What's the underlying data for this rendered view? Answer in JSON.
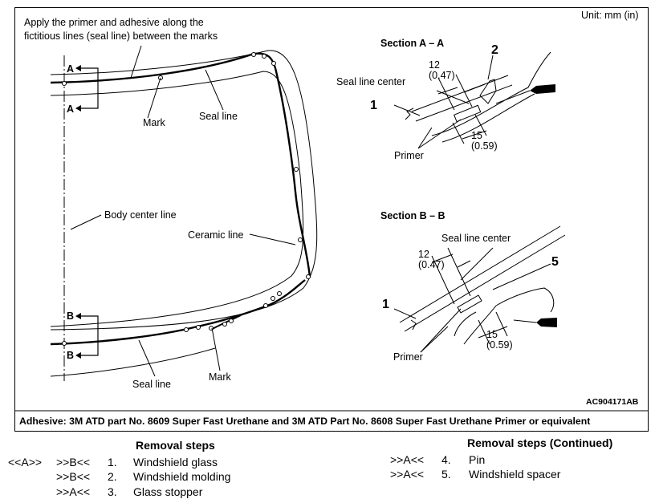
{
  "figure": {
    "unit": "Unit: mm (in)",
    "note_line1": "Apply the primer and adhesive along the",
    "note_line2": "fictitious lines (seal line) between the marks",
    "labels": {
      "A_top": "A",
      "A_bottom": "A",
      "B_top": "B",
      "B_bottom": "B",
      "mark_upper": "Mark",
      "seal_line_upper": "Seal line",
      "body_center_line": "Body center line",
      "ceramic_line": "Ceramic line",
      "mark_lower": "Mark",
      "seal_line_lower": "Seal line"
    },
    "section_aa": {
      "title": "Section A – A",
      "dim_top": "12",
      "dim_top_in": "(0.47)",
      "seal_line_center": "Seal line center",
      "dim_bottom": "15",
      "dim_bottom_in": "(0.59)",
      "primer": "Primer",
      "callout_1": "1",
      "callout_2": "2"
    },
    "section_bb": {
      "title": "Section B – B",
      "seal_line_center": "Seal line center",
      "dim_top": "12",
      "dim_top_in": "(0.47)",
      "dim_bottom": "15",
      "dim_bottom_in": "(0.59)",
      "primer": "Primer",
      "callout_1": "1",
      "callout_5": "5"
    },
    "figure_code": "AC904171AB",
    "adhesive_note": "Adhesive: 3M ATD part No. 8609 Super Fast Urethane and 3M ATD Part No. 8608 Super Fast Urethane Primer or equivalent"
  },
  "removal_steps": {
    "title": "Removal steps",
    "rows": [
      {
        "code_a": "<<A>>",
        "code_b": ">>B<<",
        "no": "1.",
        "text": "Windshield glass"
      },
      {
        "code_a": "",
        "code_b": ">>B<<",
        "no": "2.",
        "text": "Windshield molding"
      },
      {
        "code_a": "",
        "code_b": ">>A<<",
        "no": "3.",
        "text": "Glass stopper"
      }
    ]
  },
  "removal_steps_continued": {
    "title": "Removal steps (Continued)",
    "rows": [
      {
        "code_b": ">>A<<",
        "no": "4.",
        "text": "Pin"
      },
      {
        "code_b": ">>A<<",
        "no": "5.",
        "text": "Windshield spacer"
      }
    ]
  }
}
